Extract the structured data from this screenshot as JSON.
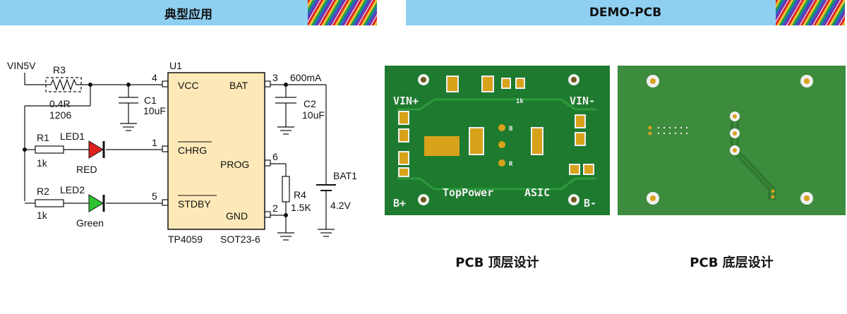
{
  "headers": {
    "left": "典型应用",
    "right": "DEMO-PCB"
  },
  "schematic": {
    "vin": "VIN5V",
    "r3_ref": "R3",
    "r3_value": "0.4R",
    "r3_pkg": "1206",
    "u1_ref": "U1",
    "pin4": "4",
    "pin3": "3",
    "pin1": "1",
    "pin6": "6",
    "pin5": "5",
    "pin2": "2",
    "vcc": "VCC",
    "bat": "BAT",
    "chrg": "CHRG",
    "prog": "PROG",
    "stdby": "STDBY",
    "gnd": "GND",
    "current": "600mA",
    "c1_ref": "C1",
    "c1_value": "10uF",
    "c2_ref": "C2",
    "c2_value": "10uF",
    "r1_ref": "R1",
    "r1_value": "1k",
    "led1_ref": "LED1",
    "led1_color": "RED",
    "r2_ref": "R2",
    "r2_value": "1k",
    "led2_ref": "LED2",
    "led2_color": "Green",
    "r4_ref": "R4",
    "r4_value": "1.5K",
    "bat1_ref": "BAT1",
    "bat1_value": "4.2V",
    "chip": "TP4059",
    "package": "SOT23-6"
  },
  "pcb_top": {
    "vin_plus": "VIN+",
    "vin_minus": "VIN-",
    "b_plus": "B+",
    "b_minus": "B-",
    "brand": "TopPower",
    "asic": "ASIC",
    "mark_1k": "1k",
    "mark_b": "B",
    "mark_r": "R"
  },
  "captions": {
    "top": "PCB 顶层设计",
    "bottom": "PCB 底层设计"
  },
  "colors": {
    "header_bg": "#8fd0f2",
    "pcb_top_bg": "#1d7a2e",
    "pcb_bottom_bg": "#3d8b3d",
    "pad_gold": "#d9a21b",
    "led_red": "#e02020",
    "led_green": "#2ec42e",
    "chip_fill": "#fde9b8"
  }
}
